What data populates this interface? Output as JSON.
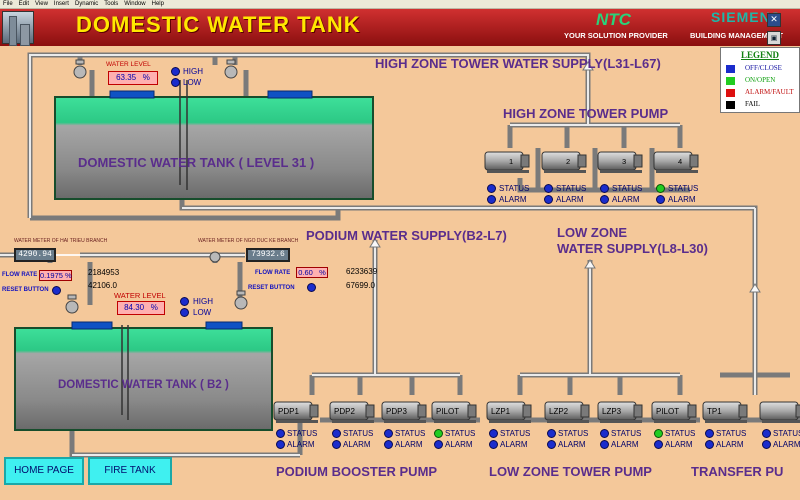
{
  "menu": [
    "File",
    "Edit",
    "View",
    "Insert",
    "Dynamic",
    "Tools",
    "Window",
    "Help"
  ],
  "banner": {
    "title": "DOMESTIC WATER TANK",
    "ntc_logo": "NTC",
    "ntc_tagline": "YOUR SOLUTION PROVIDER",
    "siemens_logo": "SIEMENS",
    "siemens_tagline": "BUILDING MANAGEMENT",
    "window_icon": "▣",
    "close_icon": "✕"
  },
  "legend": {
    "title": "LEGEND",
    "items": [
      {
        "label": "OFF/CLOSE",
        "color": "#1a2ccc",
        "text_color": "#1010a0"
      },
      {
        "label": "ON/OPEN",
        "color": "#21cc21",
        "text_color": "#10a010"
      },
      {
        "label": "ALARM/FAULT",
        "color": "#dd1010",
        "text_color": "#c01010"
      },
      {
        "label": "FAIL",
        "color": "#000000",
        "text_color": "#000000"
      }
    ]
  },
  "tank31": {
    "title": "DOMESTIC WATER TANK  ( LEVEL 31 )",
    "level_label": "WATER LEVEL",
    "level_value": "63.35",
    "level_unit": "%",
    "high_label": "HIGH",
    "low_label": "LOW"
  },
  "tankB2": {
    "title": "DOMESTIC WATER TANK  ( B2 )",
    "level_label": "WATER LEVEL",
    "level_value": "84.30",
    "level_unit": "%",
    "high_label": "HIGH",
    "low_label": "LOW"
  },
  "meters": {
    "left": {
      "caption": "WATER METER OF HAI TRIEU BRANCH",
      "reading": "4290.94",
      "flow_label": "FLOW RATE",
      "flow_value": "0.1975",
      "flow_unit": "%",
      "reset_label": "RESET BUTTON",
      "total1": "2184953",
      "total2": "42106.0"
    },
    "right": {
      "caption": "WATER METER OF NGO DUC KE BRANCH",
      "reading": "73932.6",
      "flow_label": "FLOW RATE",
      "flow_value": "0.60",
      "flow_unit": "%",
      "reset_label": "RESET BUTTON",
      "total1": "6233639",
      "total2": "67699.0"
    }
  },
  "sections": {
    "high_zone_supply": "HIGH ZONE TOWER WATER SUPPLY(L31-L67)",
    "high_zone_pump": "HIGH ZONE TOWER PUMP",
    "podium_supply": "PODIUM WATER SUPPLY(B2-L7)",
    "low_zone_supply_1": "LOW ZONE",
    "low_zone_supply_2": "WATER SUPPLY(L8-L30)",
    "podium_booster": "PODIUM BOOSTER PUMP",
    "low_zone_pump": "LOW ZONE TOWER PUMP",
    "transfer_pump": "TRANSFER PU"
  },
  "status_label": "STATUS",
  "alarm_label": "ALARM",
  "pumps": {
    "high_zone": [
      {
        "id": "hz1",
        "label": "1",
        "status": "off"
      },
      {
        "id": "hz2",
        "label": "2",
        "status": "off"
      },
      {
        "id": "hz3",
        "label": "3",
        "status": "off"
      },
      {
        "id": "hz4",
        "label": "4",
        "status": "on"
      }
    ],
    "bottom": [
      {
        "id": "pdp1",
        "label": "PDP1",
        "status": "off"
      },
      {
        "id": "pdp2",
        "label": "PDP2",
        "status": "off"
      },
      {
        "id": "pdp3",
        "label": "PDP3",
        "status": "off"
      },
      {
        "id": "pilot1",
        "label": "PILOT",
        "status": "on"
      },
      {
        "id": "lzp1",
        "label": "LZP1",
        "status": "off"
      },
      {
        "id": "lzp2",
        "label": "LZP2",
        "status": "off"
      },
      {
        "id": "lzp3",
        "label": "LZP3",
        "status": "off"
      },
      {
        "id": "pilot2",
        "label": "PILOT",
        "status": "on"
      },
      {
        "id": "tp1",
        "label": "TP1",
        "status": "off"
      },
      {
        "id": "tp2",
        "label": "",
        "status": "off"
      }
    ]
  },
  "nav": {
    "home": "HOME PAGE",
    "fire": "FIRE TANK"
  }
}
